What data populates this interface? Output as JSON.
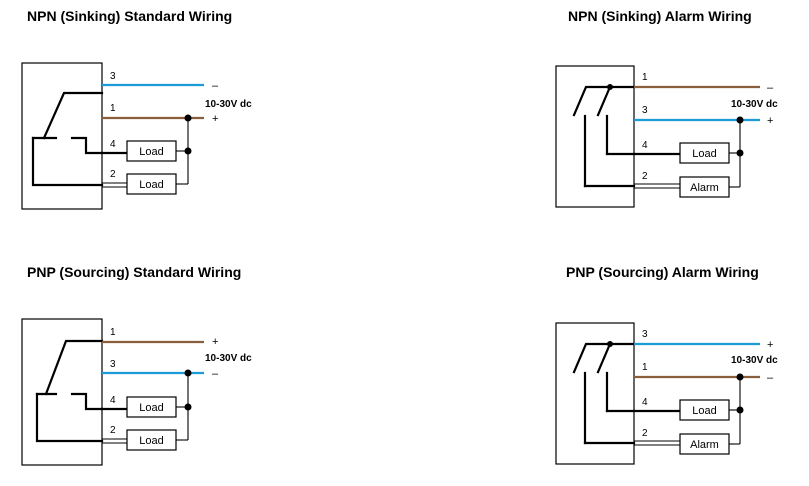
{
  "colors": {
    "brown_wire": "#8B5E3C",
    "blue_wire": "#1B9AD6",
    "line": "#000000"
  },
  "diagrams": [
    {
      "title": "NPN (Sinking) Standard Wiring",
      "pins": [
        "3",
        "1",
        "4",
        "2"
      ],
      "top_sign": "–",
      "bottom_sign": "+",
      "voltage": "10-30V dc",
      "box1": "Load",
      "box2": "Load"
    },
    {
      "title": "NPN (Sinking) Alarm Wiring",
      "pins": [
        "1",
        "3",
        "4",
        "2"
      ],
      "top_sign": "–",
      "bottom_sign": "+",
      "voltage": "10-30V dc",
      "box1": "Load",
      "box2": "Alarm"
    },
    {
      "title": "PNP (Sourcing) Standard Wiring",
      "pins": [
        "1",
        "3",
        "4",
        "2"
      ],
      "top_sign": "+",
      "bottom_sign": "–",
      "voltage": "10-30V dc",
      "box1": "Load",
      "box2": "Load"
    },
    {
      "title": "PNP (Sourcing) Alarm Wiring",
      "pins": [
        "3",
        "1",
        "4",
        "2"
      ],
      "top_sign": "+",
      "bottom_sign": "–",
      "voltage": "10-30V dc",
      "box1": "Load",
      "box2": "Alarm"
    }
  ]
}
